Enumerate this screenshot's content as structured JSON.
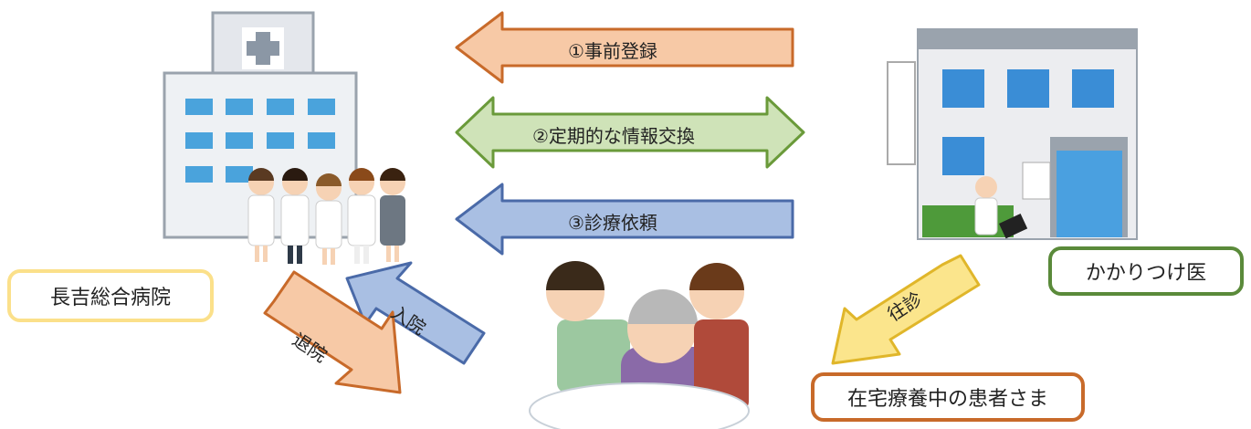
{
  "arrows": {
    "pre_registration": "①事前登録",
    "info_exchange": "②定期的な情報交換",
    "consultation_request": "③診療依頼",
    "admission": "入院",
    "discharge": "退院",
    "home_visit": "往診"
  },
  "labels": {
    "hospital": "長吉総合病院",
    "family_doctor": "かかりつけ医",
    "home_patient": "在宅療養中の患者さま"
  },
  "colors": {
    "orange_fill": "#f7c9a6",
    "orange_stroke": "#c86a2a",
    "green_fill": "#cfe3b8",
    "green_stroke": "#6a9a3a",
    "blue_fill": "#a9bfe3",
    "blue_stroke": "#4a6aa8",
    "yellow_fill": "#fbe58c",
    "yellow_stroke": "#e0b62a"
  }
}
